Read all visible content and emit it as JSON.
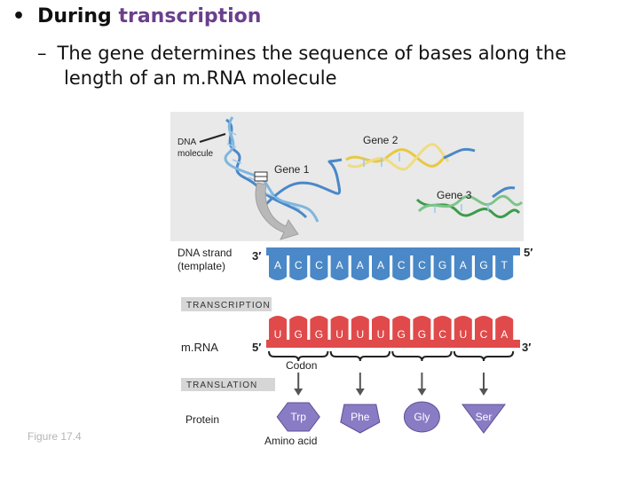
{
  "slide": {
    "bullet_marker": "•",
    "heading_plain": "During",
    "heading_accent": "transcription",
    "sub_dash": "–",
    "sub_text_line1": "The gene determines the sequence of bases along the",
    "sub_text_line2": "length of an m.RNA molecule",
    "accent_color": "#6a3f8c"
  },
  "figure": {
    "dna_molecule_label": [
      "DNA",
      "molecule"
    ],
    "gene2_label": "Gene 2",
    "gene1_label": "Gene 1",
    "gene3_label": "Gene 3",
    "dna_strand_label": [
      "DNA strand",
      "(template)"
    ],
    "three_prime": "3′",
    "five_prime": "5′",
    "dna_bases": [
      "A",
      "C",
      "C",
      "A",
      "A",
      "A",
      "C",
      "C",
      "G",
      "A",
      "G",
      "T"
    ],
    "transcription_label": "TRANSCRIPTION",
    "mrna_label": "m.RNA",
    "mrna_bases": [
      "U",
      "G",
      "G",
      "U",
      "U",
      "U",
      "G",
      "G",
      "C",
      "U",
      "C",
      "A"
    ],
    "codon_label": "Codon",
    "translation_label": "TRANSLATION",
    "protein_label": "Protein",
    "amino_acids": [
      "Trp",
      "Phe",
      "Gly",
      "Ser"
    ],
    "amino_acid_label": "Amino acid",
    "figure_caption": "Figure 17.4",
    "colors": {
      "dna_blue": "#4a88c7",
      "dna_blue_dark": "#2f5f9e",
      "mrna_red": "#e04a4a",
      "mrna_red_dark": "#b52b2b",
      "amino_purple": "#8a7cc4",
      "gene_yellow": "#e8c840",
      "gene_green": "#3d9b4a",
      "label_bar": "#d6d6d6"
    }
  }
}
